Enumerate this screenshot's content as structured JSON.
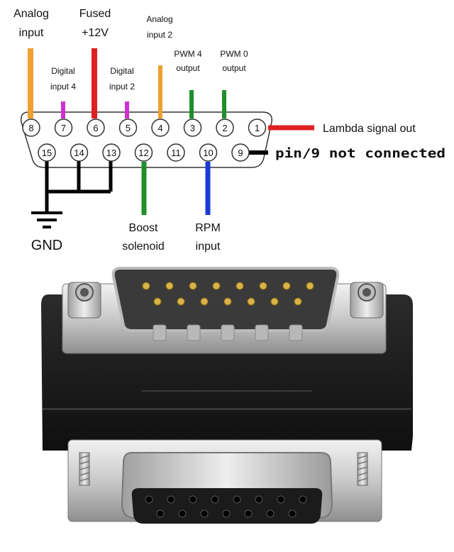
{
  "pins_top": [
    {
      "number": "8"
    },
    {
      "number": "7"
    },
    {
      "number": "6"
    },
    {
      "number": "5"
    },
    {
      "number": "4"
    },
    {
      "number": "3"
    },
    {
      "number": "2"
    },
    {
      "number": "1"
    }
  ],
  "pins_bottom": [
    {
      "number": "15"
    },
    {
      "number": "14"
    },
    {
      "number": "13"
    },
    {
      "number": "12"
    },
    {
      "number": "11"
    },
    {
      "number": "10"
    },
    {
      "number": "9"
    }
  ],
  "labels": {
    "analog_input_l1": "Analog",
    "analog_input_l2": "input",
    "fused_l1": "Fused",
    "fused_l2": "+12V",
    "analog_input2_l1": "Analog",
    "analog_input2_l2": "input 2",
    "digital_input4_l1": "Digital",
    "digital_input4_l2": "input 4",
    "digital_input2_l1": "Digital",
    "digital_input2_l2": "input 2",
    "pwm4_l1": "PWM 4",
    "pwm4_l2": "output",
    "pwm0_l1": "PWM 0",
    "pwm0_l2": "output",
    "lambda": "Lambda signal out",
    "pin9": "pin/9 not connected",
    "gnd": "GND",
    "boost_l1": "Boost",
    "boost_l2": "solenoid",
    "rpm_l1": "RPM",
    "rpm_l2": "input"
  },
  "wire_colors": {
    "orange": "#f0a030",
    "red": "#e02020",
    "magenta": "#d030d0",
    "green": "#1f8f2a",
    "blue": "#1a3ad8",
    "black": "#000000"
  }
}
